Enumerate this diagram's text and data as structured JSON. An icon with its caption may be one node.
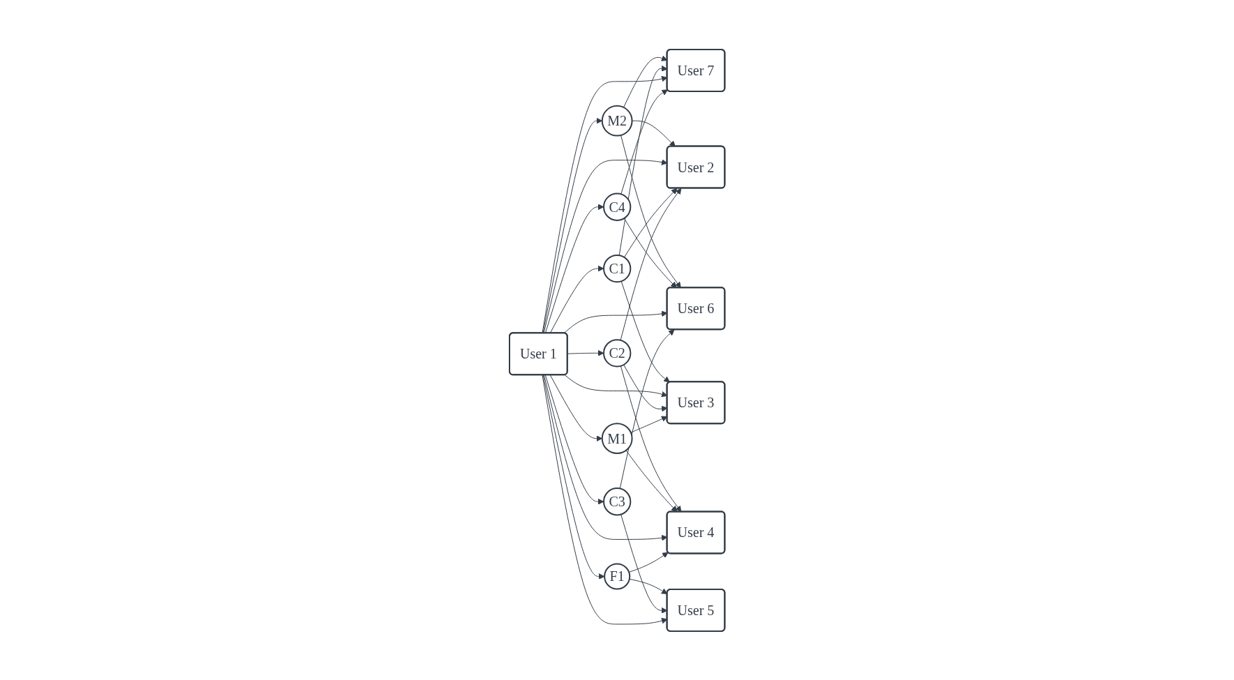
{
  "diagram": {
    "nodes": [
      {
        "text": [
          "User 7"
        ]
      },
      {
        "text": [
          "User 2"
        ]
      },
      {
        "text": [
          "M2"
        ]
      },
      {
        "text": [
          "C1"
        ]
      },
      {
        "text": [
          "C4"
        ]
      },
      {
        "text": [
          "User 6"
        ]
      },
      {
        "text": [
          "User 1"
        ]
      },
      {
        "text": [
          "User 3"
        ]
      },
      {
        "text": [
          "C2"
        ]
      },
      {
        "text": [
          "M1"
        ]
      },
      {
        "text": [
          "C3"
        ]
      },
      {
        "text": [
          "F1"
        ]
      },
      {
        "text": [
          "User 5"
        ]
      },
      {
        "text": [
          "User 4"
        ]
      }
    ],
    "edges": [
      {
        "from": 6,
        "to": 2,
        "arrow": "to"
      },
      {
        "from": 2,
        "to": 0,
        "arrow": "to"
      },
      {
        "from": 2,
        "to": 1,
        "arrow": "to"
      },
      {
        "from": 6,
        "to": 1,
        "arrow": "to"
      },
      {
        "from": 2,
        "to": 5,
        "arrow": "to"
      },
      {
        "from": 6,
        "to": 3,
        "arrow": "to"
      },
      {
        "from": 3,
        "to": 1,
        "arrow": "to"
      },
      {
        "from": 3,
        "to": 0,
        "arrow": "to"
      },
      {
        "from": 3,
        "to": 7,
        "arrow": "to"
      },
      {
        "from": 6,
        "to": 0,
        "arrow": "to"
      },
      {
        "from": 4,
        "to": 0,
        "arrow": "to"
      },
      {
        "from": 4,
        "to": 5,
        "arrow": "to"
      },
      {
        "from": 6,
        "to": 4,
        "arrow": "to"
      },
      {
        "from": 6,
        "to": 5,
        "arrow": "to"
      },
      {
        "from": 6,
        "to": 7,
        "arrow": "to"
      },
      {
        "from": 6,
        "to": 8,
        "arrow": "to"
      },
      {
        "from": 8,
        "to": 7,
        "arrow": "to"
      },
      {
        "from": 8,
        "to": 1,
        "arrow": "to"
      },
      {
        "from": 8,
        "to": 13,
        "arrow": "to"
      },
      {
        "from": 9,
        "to": 7,
        "arrow": "to"
      },
      {
        "from": 9,
        "to": 13,
        "arrow": "to"
      },
      {
        "from": 6,
        "to": 9,
        "arrow": "to"
      },
      {
        "from": 6,
        "to": 13,
        "arrow": "to"
      },
      {
        "from": 6,
        "to": 11,
        "arrow": "to"
      },
      {
        "from": 11,
        "to": 12,
        "arrow": "to"
      },
      {
        "from": 11,
        "to": 13,
        "arrow": "to"
      },
      {
        "from": 6,
        "to": 10,
        "arrow": "to"
      },
      {
        "from": 10,
        "to": 5,
        "arrow": "to"
      },
      {
        "from": 10,
        "to": 12,
        "arrow": "to"
      },
      {
        "from": 6,
        "to": 12,
        "arrow": "to"
      }
    ]
  }
}
